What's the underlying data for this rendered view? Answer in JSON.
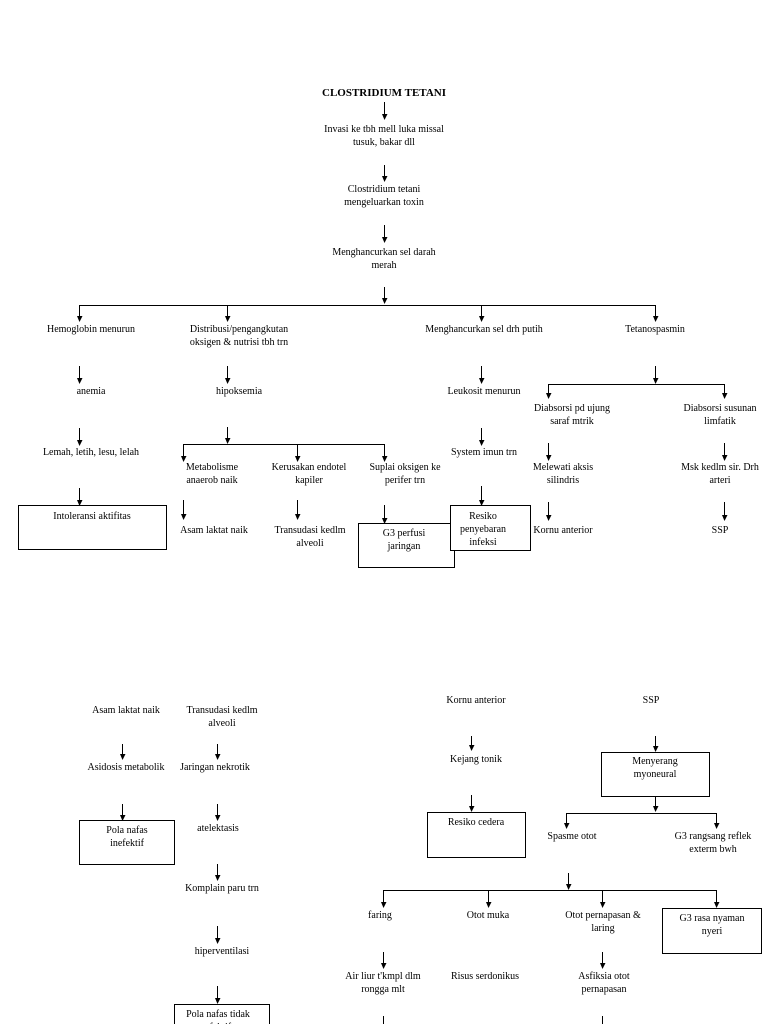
{
  "title": "CLOSTRIDIUM TETANI",
  "nodes": {
    "invasi": [
      "Invasi ke tbh mell luka missal",
      "tusuk, bakar dll"
    ],
    "toxin": [
      "Clostridium tetani",
      "mengeluarkan toxin"
    ],
    "hancur_merah": [
      "Menghancurkan sel darah",
      "merah"
    ],
    "hemoglobin": [
      "Hemoglobin menurun"
    ],
    "distribusi": [
      "Distribusi/pengangkutan",
      "oksigen & nutrisi tbh trn"
    ],
    "hancur_putih": [
      "Menghancurkan sel drh putih"
    ],
    "tetanospasmin": [
      "Tetanospasmin"
    ],
    "anemia": [
      "anemia"
    ],
    "hipoksemia": [
      "hipoksemia"
    ],
    "leukosit": [
      "Leukosit menurun"
    ],
    "diabsorsi_ujung": [
      "Diabsorsi pd ujung",
      "saraf mtrik"
    ],
    "diabsorsi_limfatik": [
      "Diabsorsi susunan",
      "limfatik"
    ],
    "lemah": [
      "Lemah, letih, lesu, lelah"
    ],
    "system_imun": [
      "System imun trn"
    ],
    "metabolisme": [
      "Metabolisme",
      "anaerob naik"
    ],
    "kerusakan": [
      "Kerusakan endotel",
      "kapiler"
    ],
    "suplai": [
      "Suplai oksigen ke",
      "perifer trn"
    ],
    "melewati": [
      "Melewati aksis",
      "silindris"
    ],
    "msk_kedlm": [
      "Msk kedlm sir. Drh",
      "arteri"
    ],
    "intoleransi": [
      "Intoleransi aktifitas"
    ],
    "asam1": [
      "Asam laktat naik"
    ],
    "transudasi1": [
      "Transudasi kedlm",
      "alveoli"
    ],
    "g3_perfusi": [
      "G3 perfusi",
      "jaringan"
    ],
    "resiko_infeksi": [
      "Resiko",
      "penyebaran",
      "infeksi"
    ],
    "kornu1": [
      "Kornu anterior"
    ],
    "ssp1": [
      "SSP"
    ],
    "asam2": [
      "Asam laktat naik"
    ],
    "transudasi2": [
      "Transudasi kedlm",
      "alveoli"
    ],
    "kornu2": [
      "Kornu anterior"
    ],
    "ssp2": [
      "SSP"
    ],
    "asidosis": [
      "Asidosis metabolik"
    ],
    "nekrotik": [
      "Jaringan nekrotik"
    ],
    "kejang": [
      "Kejang tonik"
    ],
    "menyerang": [
      "Menyerang",
      "myoneural"
    ],
    "pola_inefektif": [
      "Pola nafas",
      "inefektif"
    ],
    "atelektasis": [
      "atelektasis"
    ],
    "resiko_cedera": [
      "Resiko cedera"
    ],
    "spasme": [
      "Spasme otot"
    ],
    "g3_refleks": [
      "G3 rangsang reflek",
      "exterm bwh"
    ],
    "komplain": [
      "Komplain paru trn"
    ],
    "faring": [
      "faring"
    ],
    "otot_muka": [
      "Otot muka"
    ],
    "otot_pernapasan": [
      "Otot pernapasan &",
      "laring"
    ],
    "g3_nyaman": [
      "G3 rasa nyaman",
      "nyeri"
    ],
    "hiperventilasi": [
      "hiperventilasi"
    ],
    "air_liur": [
      "Air liur t'kmpl dlm",
      "rongga mlt"
    ],
    "risus": [
      "Risus serdonikus"
    ],
    "asfiksia": [
      "Asfiksia otot",
      "pernapasan"
    ],
    "pola_tidak": [
      "Pola nafas tidak",
      "efektif"
    ]
  }
}
